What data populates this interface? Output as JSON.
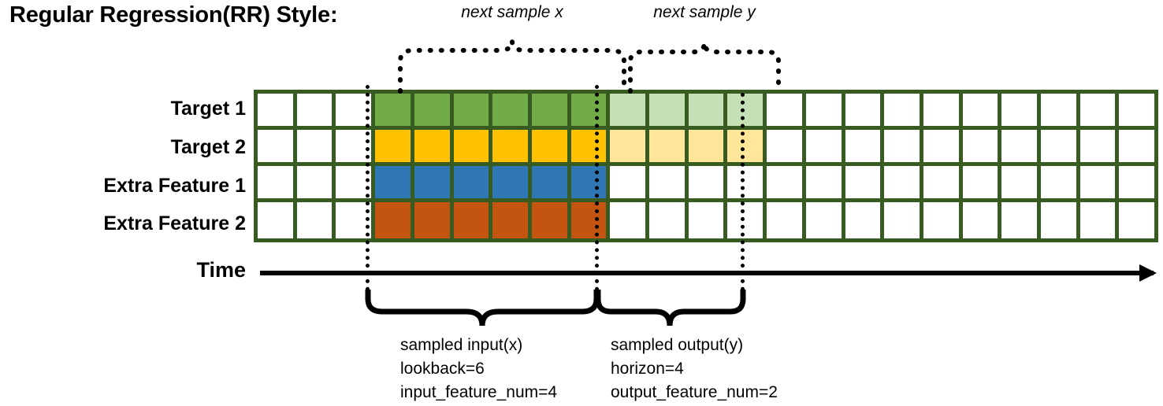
{
  "title": "Regular Regression(RR) Style:",
  "rows": [
    {
      "label": "Target 1",
      "color_key": "green"
    },
    {
      "label": "Target 2",
      "color_key": "yellow"
    },
    {
      "label": "Extra Feature 1",
      "color_key": "blue"
    },
    {
      "label": "Extra Feature 2",
      "color_key": "orange"
    }
  ],
  "grid": {
    "total_columns": 23,
    "leading_blank_columns": 3,
    "input_columns": 6,
    "output_columns": 4,
    "trailing_blank_columns": 10
  },
  "colors": {
    "border": "#375B20",
    "green": "#71AC48",
    "yellow": "#FFC100",
    "blue": "#3077B6",
    "orange": "#C45511",
    "green_faded": "#C5E0B4",
    "yellow_faded": "#FFE699",
    "blank": "#FFFFFF",
    "axis": "#000000"
  },
  "top_annotations": [
    {
      "label": "next sample x"
    },
    {
      "label": "next sample y"
    }
  ],
  "time_axis": {
    "label": "Time",
    "arrow": "right-arrow-icon"
  },
  "bottom_annotations": [
    {
      "lines": [
        "sampled input(x)",
        "lookback=6",
        "input_feature_num=4"
      ]
    },
    {
      "lines": [
        "sampled output(y)",
        "horizon=4",
        "output_feature_num=2"
      ]
    }
  ]
}
